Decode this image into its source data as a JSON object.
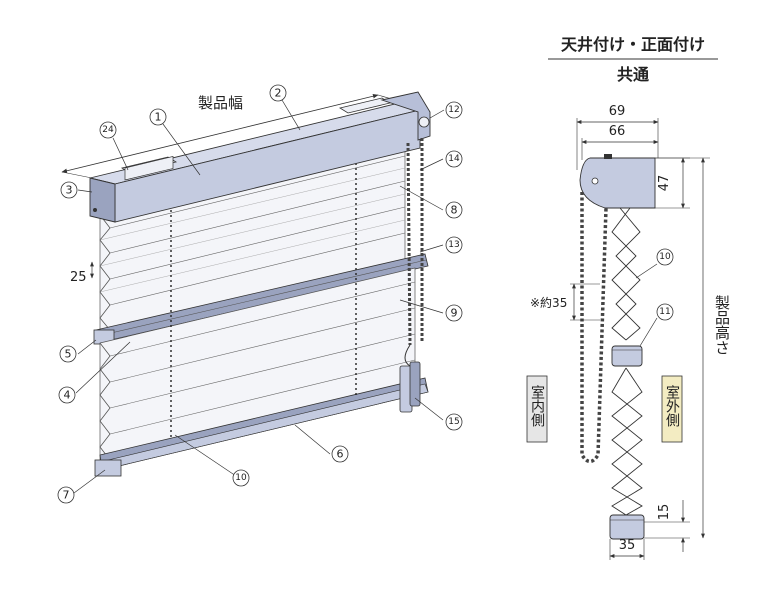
{
  "diagram": {
    "heading": {
      "line1": "天井付け・正面付け",
      "line2": "共通"
    },
    "front_view": {
      "width_label": "製品幅",
      "pitch_label": "25",
      "part_numbers": {
        "p1": "1",
        "p2": "2",
        "p3": "3",
        "p4": "4",
        "p5": "5",
        "p6": "6",
        "p7": "7",
        "p8": "8",
        "p9": "9",
        "p10": "10",
        "p12": "12",
        "p13": "13",
        "p14": "14",
        "p15": "15",
        "p24": "24"
      }
    },
    "side_view": {
      "dim_69": "69",
      "dim_66": "66",
      "dim_47": "47",
      "dim_35_chain": "※約35",
      "dim_15": "15",
      "dim_35_bottom": "35",
      "height_label": "製品高さ",
      "indoor_label": "室内側",
      "outdoor_label": "室外側",
      "part_numbers": {
        "p10": "10",
        "p11": "11"
      }
    },
    "colors": {
      "rail": "#c4cbe0",
      "rail_dark": "#9aa3bf",
      "rail_face": "#d6dbeb",
      "fabric": "#f4f5f9",
      "line": "#333333"
    }
  }
}
